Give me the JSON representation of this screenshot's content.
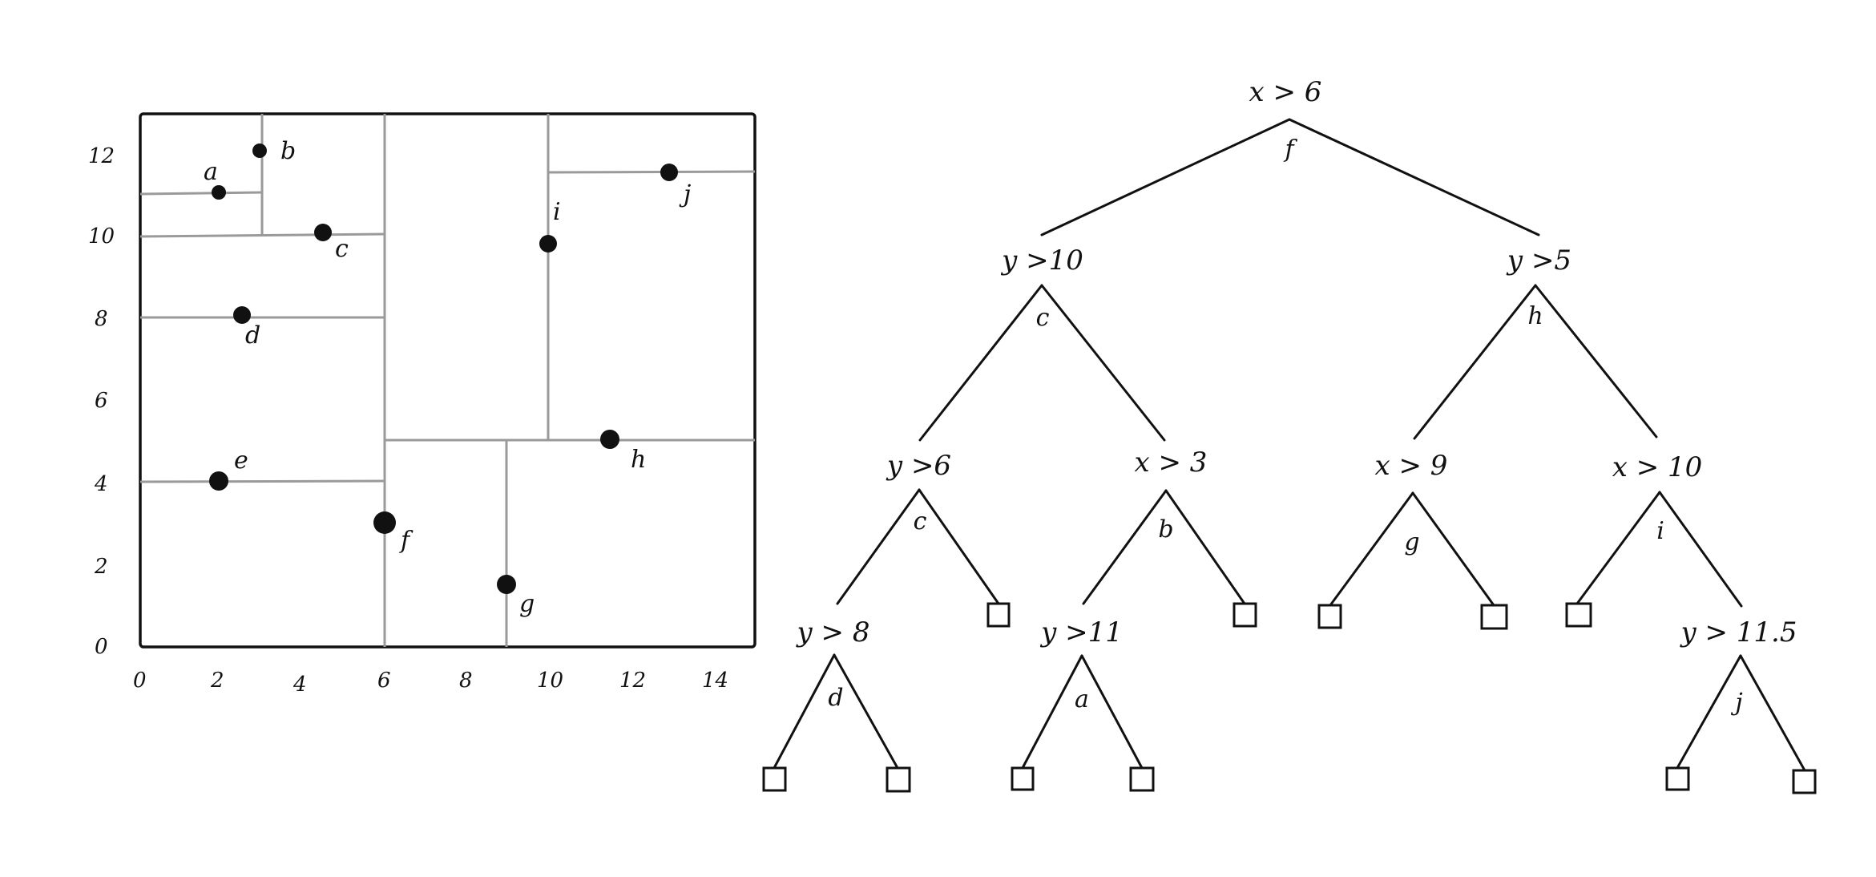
{
  "plot": {
    "x_ticks": [
      "0",
      "2",
      "4",
      "6",
      "8",
      "10",
      "12",
      "14"
    ],
    "y_ticks": [
      "0",
      "2",
      "4",
      "6",
      "8",
      "10",
      "12"
    ],
    "x_range": [
      0,
      15
    ],
    "y_range": [
      0,
      13
    ],
    "points": [
      {
        "label": "a",
        "x": 2,
        "y": 11
      },
      {
        "label": "b",
        "x": 3,
        "y": 12
      },
      {
        "label": "c",
        "x": 4.5,
        "y": 10
      },
      {
        "label": "d",
        "x": 2.5,
        "y": 8
      },
      {
        "label": "e",
        "x": 2,
        "y": 4
      },
      {
        "label": "f",
        "x": 6,
        "y": 3
      },
      {
        "label": "g",
        "x": 9,
        "y": 1.5
      },
      {
        "label": "h",
        "x": 11.5,
        "y": 5
      },
      {
        "label": "i",
        "x": 10,
        "y": 9.8
      },
      {
        "label": "j",
        "x": 13,
        "y": 11.5
      }
    ]
  },
  "tree": {
    "root": {
      "cond": "x > 6",
      "point": "f"
    },
    "n_y10": {
      "cond": "y >10",
      "point": "c"
    },
    "n_y5": {
      "cond": "y >5",
      "point": "h"
    },
    "n_y6": {
      "cond": "y >6",
      "point": "c"
    },
    "n_x3": {
      "cond": "x > 3",
      "point": "b"
    },
    "n_x9": {
      "cond": "x > 9",
      "point": "g"
    },
    "n_x10": {
      "cond": "x > 10",
      "point": "i"
    },
    "n_y8": {
      "cond": "y > 8",
      "point": "d"
    },
    "n_y11": {
      "cond": "y >11",
      "point": "a"
    },
    "n_y115": {
      "cond": "y > 11.5",
      "point": "j"
    }
  }
}
